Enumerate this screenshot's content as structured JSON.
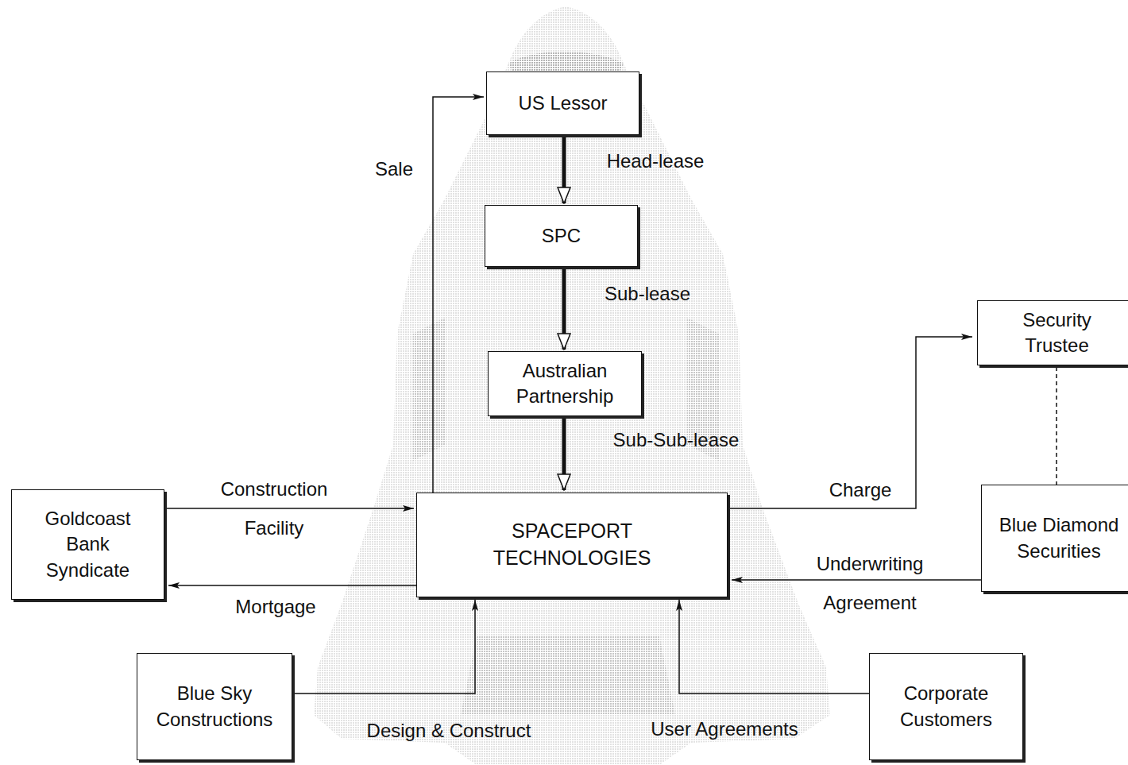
{
  "diagram": {
    "nodes": [
      {
        "text": [
          "US Lessor"
        ]
      },
      {
        "text": [
          "SPC"
        ]
      },
      {
        "text": [
          "Australian Partnership"
        ]
      },
      {
        "text": [
          "Security Trustee"
        ]
      },
      {
        "text": [
          "Goldcoast Bank Syndicate"
        ]
      },
      {
        "text": [
          "SPACEPORT TECHNOLOGIES"
        ]
      },
      {
        "text": [
          "Blue Diamond Securities"
        ]
      },
      {
        "text": [
          "Blue Sky Constructions"
        ]
      },
      {
        "text": [
          "Corporate Customers"
        ]
      }
    ],
    "edges": [
      {
        "from": 5,
        "to": 0,
        "label": "Sale",
        "arrow": "to"
      },
      {
        "from": 0,
        "to": 1,
        "label": "Head-lease",
        "arrow": "to"
      },
      {
        "from": 1,
        "to": 2,
        "label": "Sub-lease",
        "arrow": "to"
      },
      {
        "from": 2,
        "to": 5,
        "label": "Sub-Sub-lease",
        "arrow": "to"
      },
      {
        "from": 5,
        "to": 3,
        "label": "Charge",
        "arrow": "to"
      },
      {
        "from": 3,
        "to": 6,
        "arrow": "none"
      },
      {
        "from": 4,
        "to": 5,
        "label": "Construction Facility",
        "arrow": "to"
      },
      {
        "from": 5,
        "to": 4,
        "label": "Mortgage",
        "arrow": "to"
      },
      {
        "from": 6,
        "to": 5,
        "label": "Underwriting Agreement",
        "arrow": "to"
      },
      {
        "from": 7,
        "to": 5,
        "label": "Design & Construct",
        "arrow": "to"
      },
      {
        "from": 8,
        "to": 5,
        "label": "User Agreements",
        "arrow": "to"
      }
    ]
  }
}
